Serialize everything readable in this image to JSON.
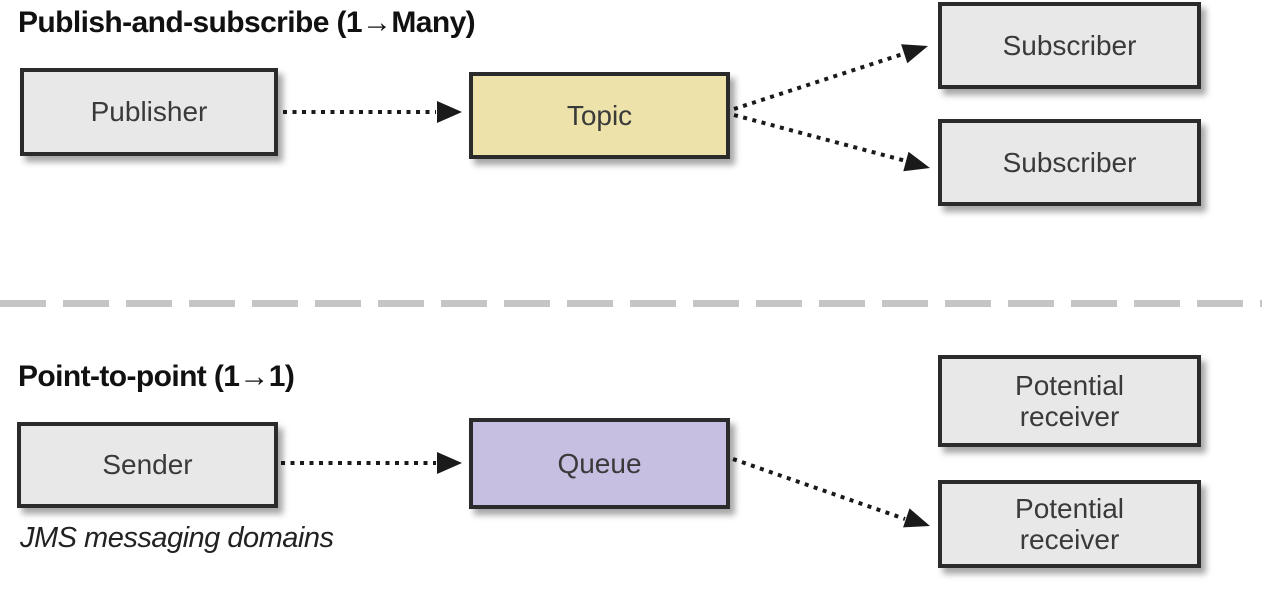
{
  "pubsub": {
    "title": "Publish-and-subscribe (1→Many)",
    "publisher_label": "Publisher",
    "topic_label": "Topic",
    "subscriber1_label": "Subscriber",
    "subscriber2_label": "Subscriber"
  },
  "p2p": {
    "title": "Point-to-point (1→1)",
    "sender_label": "Sender",
    "queue_label": "Queue",
    "receiver1_label": "Potential receiver",
    "receiver2_label": "Potential receiver"
  },
  "caption": "JMS messaging domains",
  "colors": {
    "node_fill": "#e8e8e8",
    "topic_fill": "#ece2aa",
    "queue_fill": "#c7bfe2",
    "node_border": "#2b2b2b",
    "arrow": "#1a1a1a",
    "divider": "#c5c5c5",
    "text": "#3a3a3a",
    "title": "#111111"
  }
}
